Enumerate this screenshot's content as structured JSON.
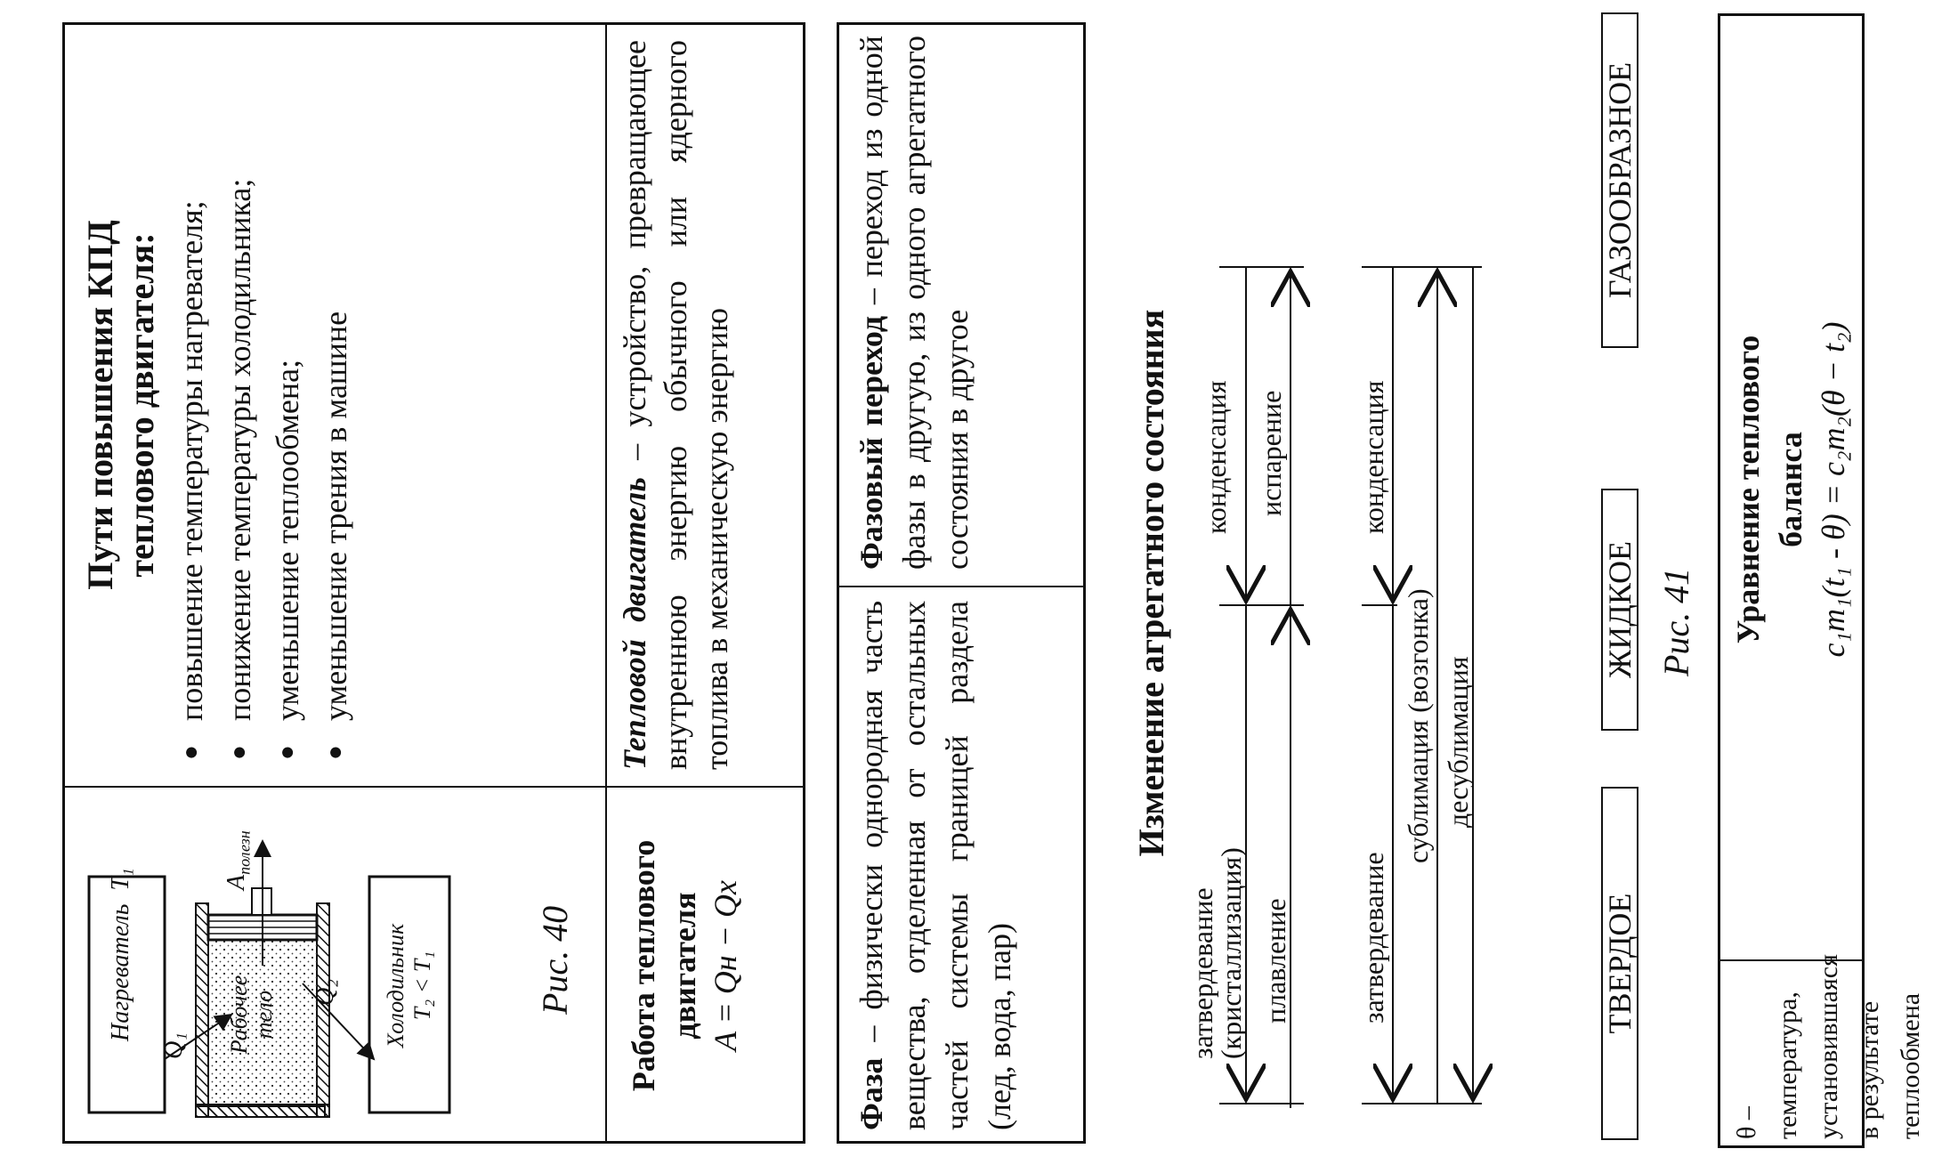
{
  "table1": {
    "kpd": {
      "title_line1": "Пути повышения КПД",
      "title_line2": "теплового двигателя:",
      "items": [
        "повышение температуры нагревателя;",
        "понижение температуры холодильника;",
        "уменьшение теплообмена;",
        "уменьшение трения в машине"
      ]
    },
    "figure40": {
      "heater_label": "Нагреватель",
      "heater_temp": "T₁",
      "q1_label": "Q₁",
      "body_label_line1": "Рабочее",
      "body_label_line2": "тело",
      "work_label": "A",
      "work_sub": "полезн",
      "q2_label": "Q₂",
      "cooler_label": "Холодильник",
      "cooler_temp": "T₂ < T₁",
      "caption": "Рис. 40"
    },
    "engine_def": {
      "term": "Тепловой двигатель",
      "text": " – устройство, превращающее внутреннюю энергию обычного или ядерного топлива в механическую энергию"
    },
    "engine_work": {
      "title_line1": "Работа теплового",
      "title_line2": "двигателя",
      "formula": "A = Qн − Qх"
    }
  },
  "table2": {
    "phase_transition": {
      "term": "Фазовый переход",
      "text": " – переход из одной фазы в другую, из одного агрегатного состояния в другое"
    },
    "phase": {
      "term": "Фаза",
      "text": " – физически однородная часть вещества, отделенная от остальных частей системы границей раздела (лед, вода, пар)"
    }
  },
  "diagram": {
    "title": "Изменение агрегатного состояния",
    "states": {
      "gas": "ГАЗООБРАЗНОЕ",
      "liquid": "ЖИДКОЕ",
      "solid": "ТВЕРДОЕ"
    },
    "transitions": {
      "gas_to_liquid": "конденсация",
      "liquid_to_gas": "испарение",
      "liquid_to_solid_line1": "затвердевание",
      "liquid_to_solid_line2": "(кристаллизация)",
      "solid_to_liquid": "плавление",
      "gas_to_solid_cond": "конденсация",
      "gas_to_solid_solid": "затвердевание",
      "solid_to_gas": "сублимация (возгонка)",
      "gas_to_solid": "десублимация"
    },
    "caption": "Рис. 41"
  },
  "table3": {
    "balance": {
      "title_line1": "Уравнение теплового",
      "title_line2": "баланса",
      "formula": "c₁m₁(t₁ - θ) = c₂m₂(θ − t₂)"
    },
    "theta_def": {
      "text": "θ – температура, установившаяся в результате теплообмена"
    }
  }
}
